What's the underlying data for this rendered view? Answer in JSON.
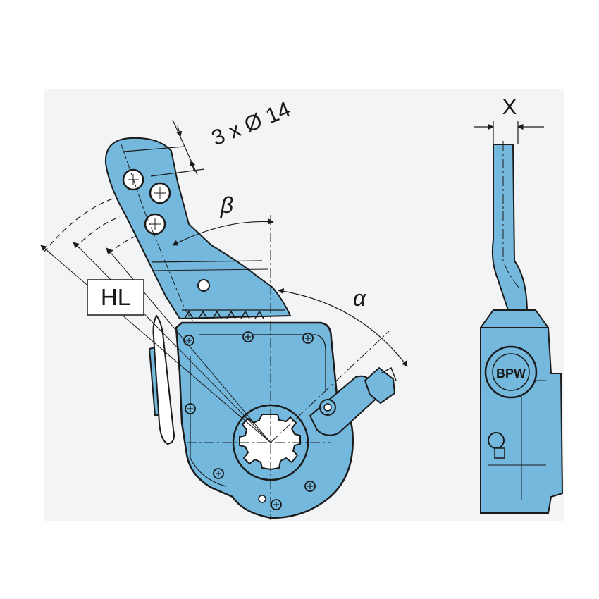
{
  "labels": {
    "holes": "3 x Ø 14",
    "beta": "β",
    "alpha": "α",
    "hl": "HL",
    "x": "X",
    "logo": "BPW"
  },
  "colors": {
    "part_blue": "#74b8dd",
    "part_blue_dark": "#5c9fc9",
    "outline": "#1b1b1b",
    "background_panel": "#f3f4f5"
  }
}
